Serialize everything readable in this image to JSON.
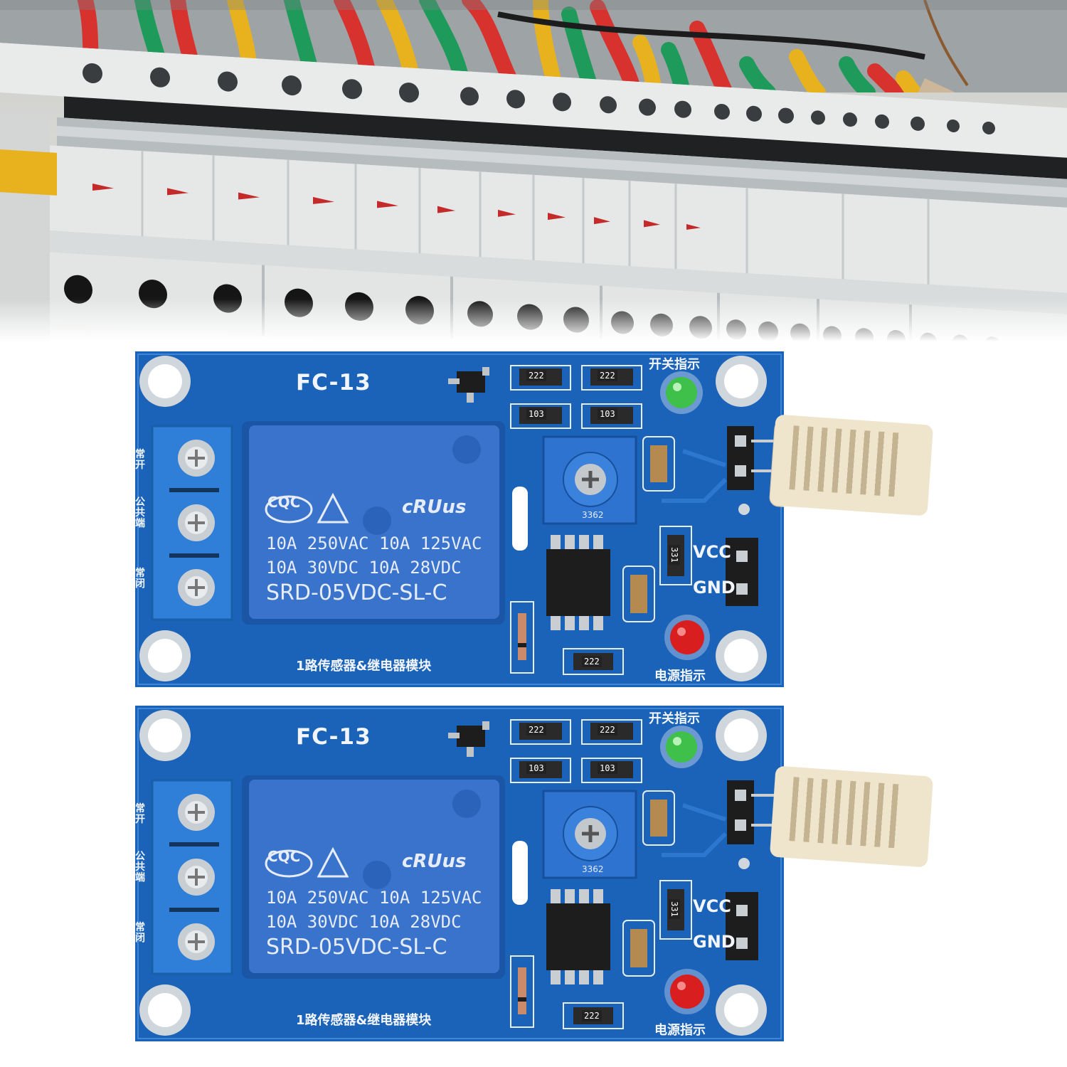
{
  "panel_photo": {
    "description_icon": "breaker-panel-photo",
    "colors": {
      "wire_red": "#d8322f",
      "wire_yellow": "#e8b21e",
      "wire_green": "#1e9a5a",
      "breaker_body": "#e4e6e6"
    }
  },
  "boards": [
    {
      "model": "FC-13",
      "switch_indicator_label": "开关指示",
      "power_indicator_label": "电源指示",
      "module_title": "1路传感器&继电器模块",
      "terminal_labels": [
        "常开",
        "公共端",
        "常闭"
      ],
      "vcc_label": "VCC",
      "gnd_label": "GND",
      "relay": {
        "cert_mark": "CQC",
        "ul_mark": "cRUus",
        "rating_line1": "10A 250VAC  10A 125VAC",
        "rating_line2": "10A  30VDC  10A 28VDC",
        "part_number": "SRD-05VDC-SL-C"
      },
      "smd_codes": [
        "222",
        "222",
        "103",
        "103",
        "331",
        "222"
      ],
      "pot_code": "3362"
    },
    {
      "model": "FC-13",
      "switch_indicator_label": "开关指示",
      "power_indicator_label": "电源指示",
      "module_title": "1路传感器&继电器模块",
      "terminal_labels": [
        "常开",
        "公共端",
        "常闭"
      ],
      "vcc_label": "VCC",
      "gnd_label": "GND",
      "relay": {
        "cert_mark": "CQC",
        "ul_mark": "cRUus",
        "rating_line1": "10A 250VAC  10A 125VAC",
        "rating_line2": "10A  30VDC  10A 28VDC",
        "part_number": "SRD-05VDC-SL-C"
      },
      "smd_codes": [
        "222",
        "222",
        "103",
        "103",
        "331",
        "222"
      ],
      "pot_code": "3362"
    }
  ],
  "colors": {
    "pcb": "#1b63b8",
    "relay": "#3a73cc",
    "led_green": "#3fc04a",
    "led_red": "#d81e1e",
    "sensor": "#efe4cc"
  }
}
